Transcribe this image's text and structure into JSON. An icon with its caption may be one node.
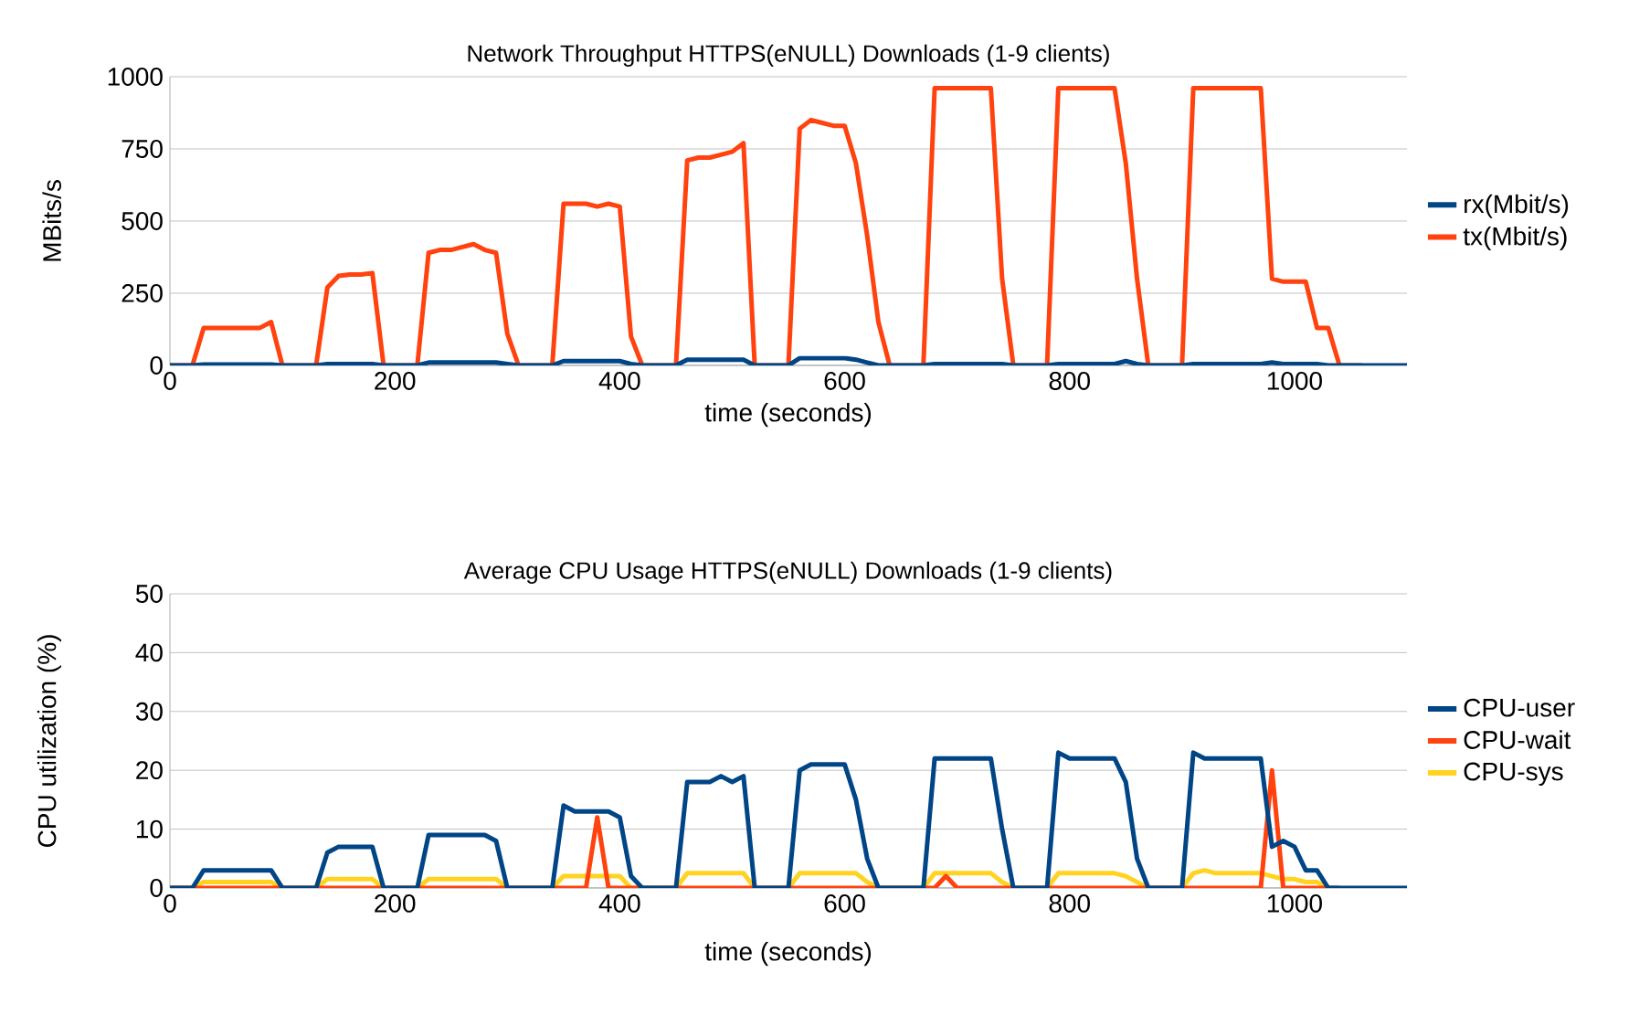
{
  "diagram": {
    "chart_data": [
      {
        "type": "line",
        "title": "Network Throughput HTTPS(eNULL) Downloads (1-9 clients)",
        "xlabel": "time (seconds)",
        "ylabel": "MBits/s",
        "x": [
          0,
          10,
          20,
          30,
          40,
          50,
          60,
          70,
          80,
          90,
          100,
          110,
          120,
          130,
          140,
          150,
          160,
          170,
          180,
          190,
          200,
          210,
          220,
          230,
          240,
          250,
          260,
          270,
          280,
          290,
          300,
          310,
          320,
          330,
          340,
          350,
          360,
          370,
          380,
          390,
          400,
          410,
          420,
          430,
          440,
          450,
          460,
          470,
          480,
          490,
          500,
          510,
          520,
          530,
          540,
          550,
          560,
          570,
          580,
          590,
          600,
          610,
          620,
          630,
          640,
          650,
          660,
          670,
          680,
          690,
          700,
          710,
          720,
          730,
          740,
          750,
          760,
          770,
          780,
          790,
          800,
          810,
          820,
          830,
          840,
          850,
          860,
          870,
          880,
          890,
          900,
          910,
          920,
          930,
          940,
          950,
          960,
          970,
          980,
          990,
          1000,
          1010,
          1020,
          1030,
          1040,
          1050,
          1060,
          1070,
          1080,
          1090,
          1100
        ],
        "series": [
          {
            "name": "rx(Mbit/s)",
            "color": "#004586",
            "values": [
              0,
              0,
              0,
              3,
              3,
              3,
              3,
              3,
              3,
              3,
              0,
              0,
              0,
              0,
              5,
              5,
              5,
              5,
              5,
              0,
              0,
              0,
              0,
              10,
              10,
              10,
              10,
              10,
              10,
              10,
              5,
              0,
              0,
              0,
              0,
              15,
              15,
              15,
              15,
              15,
              15,
              5,
              0,
              0,
              0,
              0,
              20,
              20,
              20,
              20,
              20,
              20,
              0,
              0,
              0,
              0,
              25,
              25,
              25,
              25,
              25,
              20,
              10,
              0,
              0,
              0,
              0,
              0,
              5,
              5,
              5,
              5,
              5,
              5,
              5,
              0,
              0,
              0,
              0,
              5,
              5,
              5,
              5,
              5,
              5,
              15,
              5,
              0,
              0,
              0,
              0,
              5,
              5,
              5,
              5,
              5,
              5,
              5,
              10,
              5,
              5,
              5,
              5,
              0,
              0,
              0,
              0,
              0,
              0,
              0,
              0
            ]
          },
          {
            "name": "tx(Mbit/s)",
            "color": "#ff420e",
            "values": [
              0,
              0,
              0,
              130,
              130,
              130,
              130,
              130,
              130,
              150,
              0,
              0,
              0,
              0,
              270,
              310,
              315,
              315,
              320,
              0,
              0,
              0,
              0,
              390,
              400,
              400,
              410,
              420,
              400,
              390,
              110,
              0,
              0,
              0,
              0,
              560,
              560,
              560,
              550,
              560,
              550,
              100,
              0,
              0,
              0,
              0,
              710,
              720,
              720,
              730,
              740,
              770,
              0,
              0,
              0,
              0,
              820,
              850,
              840,
              830,
              830,
              700,
              450,
              150,
              0,
              0,
              0,
              0,
              960,
              960,
              960,
              960,
              960,
              960,
              300,
              0,
              0,
              0,
              0,
              960,
              960,
              960,
              960,
              960,
              960,
              700,
              300,
              0,
              0,
              0,
              0,
              960,
              960,
              960,
              960,
              960,
              960,
              960,
              300,
              290,
              290,
              290,
              130,
              130,
              0,
              0,
              0,
              null,
              null,
              null,
              null
            ]
          }
        ],
        "xlim": [
          0,
          1100
        ],
        "ylim": [
          0,
          1000
        ],
        "xticks": [
          0,
          200,
          400,
          600,
          800,
          1000
        ],
        "yticks": [
          0,
          250,
          500,
          750,
          1000
        ],
        "grid": "major-y",
        "legend": true
      },
      {
        "type": "line",
        "title": "Average CPU Usage HTTPS(eNULL) Downloads (1-9 clients)",
        "xlabel": "time (seconds)",
        "ylabel": "CPU utilization (%)",
        "x": [
          0,
          10,
          20,
          30,
          40,
          50,
          60,
          70,
          80,
          90,
          100,
          110,
          120,
          130,
          140,
          150,
          160,
          170,
          180,
          190,
          200,
          210,
          220,
          230,
          240,
          250,
          260,
          270,
          280,
          290,
          300,
          310,
          320,
          330,
          340,
          350,
          360,
          370,
          380,
          390,
          400,
          410,
          420,
          430,
          440,
          450,
          460,
          470,
          480,
          490,
          500,
          510,
          520,
          530,
          540,
          550,
          560,
          570,
          580,
          590,
          600,
          610,
          620,
          630,
          640,
          650,
          660,
          670,
          680,
          690,
          700,
          710,
          720,
          730,
          740,
          750,
          760,
          770,
          780,
          790,
          800,
          810,
          820,
          830,
          840,
          850,
          860,
          870,
          880,
          890,
          900,
          910,
          920,
          930,
          940,
          950,
          960,
          970,
          980,
          990,
          1000,
          1010,
          1020,
          1030,
          1040,
          1050,
          1060,
          1070,
          1080,
          1090,
          1100
        ],
        "series": [
          {
            "name": "CPU-user",
            "color": "#004586",
            "values": [
              0,
              0,
              0,
              3,
              3,
              3,
              3,
              3,
              3,
              3,
              0,
              0,
              0,
              0,
              6,
              7,
              7,
              7,
              7,
              0,
              0,
              0,
              0,
              9,
              9,
              9,
              9,
              9,
              9,
              8,
              0,
              0,
              0,
              0,
              0,
              14,
              13,
              13,
              13,
              13,
              12,
              2,
              0,
              0,
              0,
              0,
              18,
              18,
              18,
              19,
              18,
              19,
              0,
              0,
              0,
              0,
              20,
              21,
              21,
              21,
              21,
              15,
              5,
              0,
              0,
              0,
              0,
              0,
              22,
              22,
              22,
              22,
              22,
              22,
              10,
              0,
              0,
              0,
              0,
              23,
              22,
              22,
              22,
              22,
              22,
              18,
              5,
              0,
              0,
              0,
              0,
              23,
              22,
              22,
              22,
              22,
              22,
              22,
              7,
              8,
              7,
              3,
              3,
              0,
              0,
              0,
              0,
              0,
              0,
              0,
              0
            ]
          },
          {
            "name": "CPU-wait",
            "color": "#ff420e",
            "values": [
              0,
              0,
              0,
              0,
              0,
              0,
              0,
              0,
              0,
              0,
              0,
              0,
              0,
              0,
              0,
              0,
              0,
              0,
              0,
              0,
              0,
              0,
              0,
              0,
              0,
              0,
              0,
              0,
              0,
              0,
              0,
              0,
              0,
              0,
              0,
              0,
              0,
              0,
              12,
              0,
              0,
              0,
              0,
              0,
              0,
              0,
              0,
              0,
              0,
              0,
              0,
              0,
              0,
              0,
              0,
              0,
              0,
              0,
              0,
              0,
              0,
              0,
              0,
              0,
              0,
              0,
              0,
              0,
              0,
              2,
              0,
              0,
              0,
              0,
              0,
              0,
              0,
              0,
              0,
              0,
              0,
              0,
              0,
              0,
              0,
              0,
              0,
              0,
              0,
              0,
              0,
              0,
              0,
              0,
              0,
              0,
              0,
              0,
              20,
              0,
              0,
              0,
              0,
              0,
              0,
              null,
              null,
              null,
              null,
              null,
              null
            ]
          },
          {
            "name": "CPU-sys",
            "color": "#ffd320",
            "values": [
              0,
              0,
              0,
              1,
              1,
              1,
              1,
              1,
              1,
              1,
              0,
              0,
              0,
              0,
              1.5,
              1.5,
              1.5,
              1.5,
              1.5,
              0,
              0,
              0,
              0,
              1.5,
              1.5,
              1.5,
              1.5,
              1.5,
              1.5,
              1.5,
              0,
              0,
              0,
              0,
              0,
              2,
              2,
              2,
              2,
              2,
              2,
              0,
              0,
              0,
              0,
              0,
              2.5,
              2.5,
              2.5,
              2.5,
              2.5,
              2.5,
              0,
              0,
              0,
              0,
              2.5,
              2.5,
              2.5,
              2.5,
              2.5,
              2.5,
              1,
              0,
              0,
              0,
              0,
              0,
              2.5,
              2.5,
              2.5,
              2.5,
              2.5,
              2.5,
              1,
              0,
              0,
              0,
              0,
              2.5,
              2.5,
              2.5,
              2.5,
              2.5,
              2.5,
              2,
              1,
              0,
              0,
              0,
              0,
              2.5,
              3,
              2.5,
              2.5,
              2.5,
              2.5,
              2.5,
              2,
              1.5,
              1.5,
              1,
              1,
              0,
              null,
              null,
              null,
              null,
              null,
              null,
              null
            ]
          }
        ],
        "xlim": [
          0,
          1100
        ],
        "ylim": [
          0,
          50
        ],
        "xticks": [
          0,
          200,
          400,
          600,
          800,
          1000
        ],
        "yticks": [
          0,
          10,
          20,
          30,
          40,
          50
        ],
        "grid": "major-y",
        "legend": true
      }
    ]
  }
}
